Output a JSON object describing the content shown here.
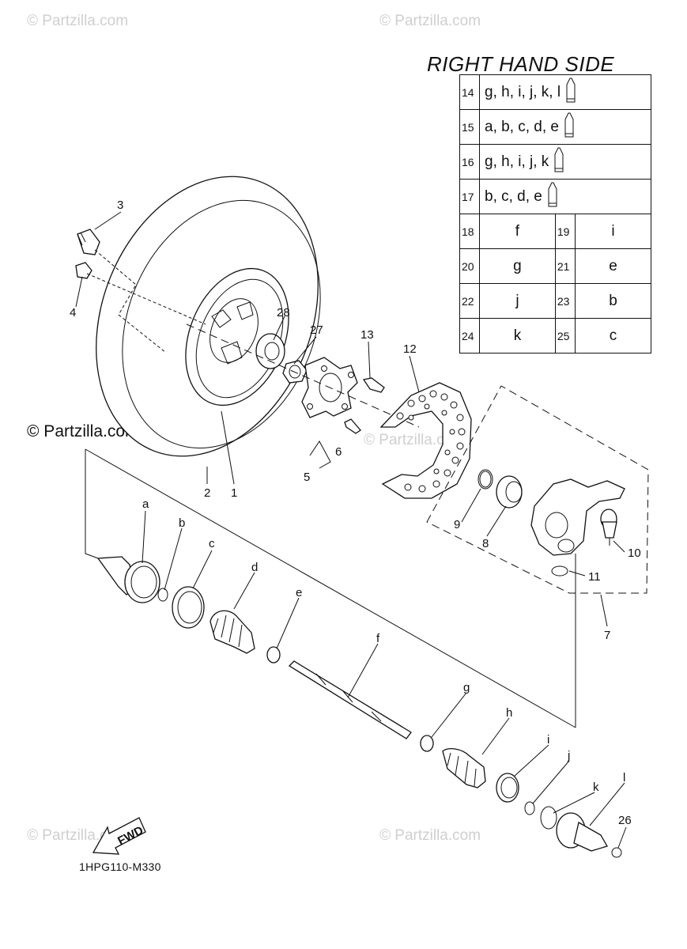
{
  "watermark": {
    "text": "© Partzilla.com"
  },
  "drawing_code": "1HPG110-M330",
  "fwd_label": "FWD",
  "rhs": {
    "title": "RIGHT HAND SIDE",
    "wide_rows": [
      {
        "num": "14",
        "parts": "g, h, i, j, k, l"
      },
      {
        "num": "15",
        "parts": "a, b, c, d, e"
      },
      {
        "num": "16",
        "parts": "g, h, i, j, k"
      },
      {
        "num": "17",
        "parts": "b, c, d, e"
      }
    ],
    "pair_rows": [
      {
        "num1": "18",
        "val1": "f",
        "num2": "19",
        "val2": "i"
      },
      {
        "num1": "20",
        "val1": "g",
        "num2": "21",
        "val2": "e"
      },
      {
        "num1": "22",
        "val1": "j",
        "num2": "23",
        "val2": "b"
      },
      {
        "num1": "24",
        "val1": "k",
        "num2": "25",
        "val2": "c"
      }
    ]
  },
  "callouts": {
    "n1": "1",
    "n2": "2",
    "n3": "3",
    "n4": "4",
    "n5": "5",
    "n6": "6",
    "n7": "7",
    "n8": "8",
    "n9": "9",
    "n10": "10",
    "n11": "11",
    "n12": "12",
    "n13": "13",
    "n26": "26",
    "n27": "27",
    "n28": "28",
    "a": "a",
    "b": "b",
    "c": "c",
    "d": "d",
    "e": "e",
    "f": "f",
    "g": "g",
    "h": "h",
    "i": "i",
    "j": "j",
    "k": "k",
    "l": "l"
  }
}
